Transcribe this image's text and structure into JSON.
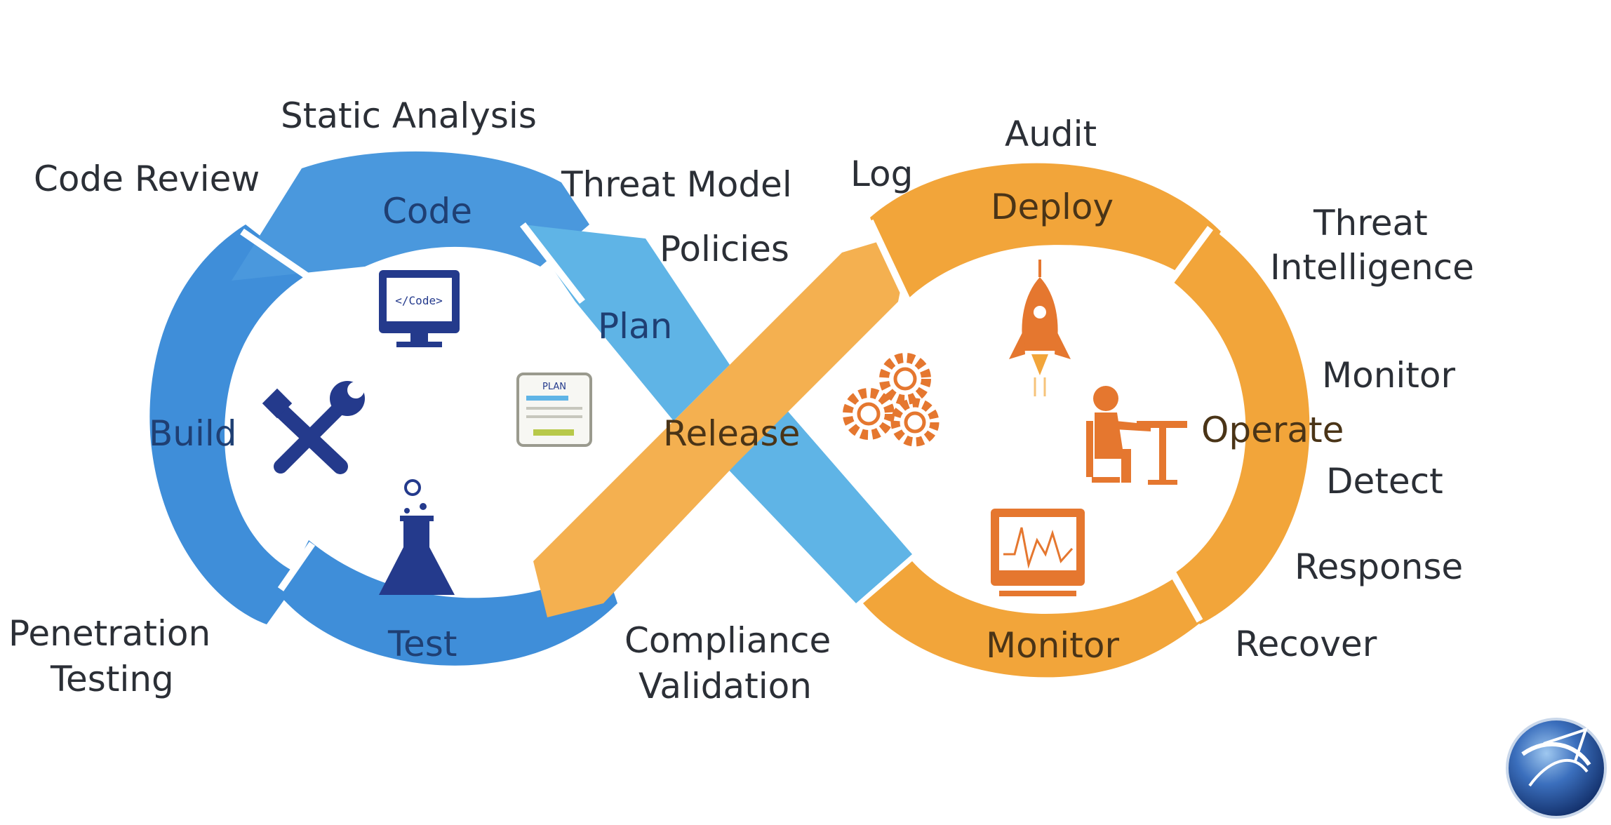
{
  "colors": {
    "blue_dark": "#3c8ed9",
    "blue_light": "#5fb4e6",
    "orange": "#f2a53a",
    "orange_light": "#f6b957",
    "navy_icon": "#243a8c",
    "orange_icon": "#e5772f"
  },
  "stages": {
    "code": "Code",
    "plan": "Plan",
    "build": "Build",
    "test": "Test",
    "release": "Release",
    "deploy": "Deploy",
    "operate": "Operate",
    "monitor": "Monitor"
  },
  "practices": {
    "static_analysis": "Static Analysis",
    "code_review": "Code Review",
    "threat_model": "Threat Model",
    "policies": "Policies",
    "penetration_testing_1": "Penetration",
    "penetration_testing_2": "Testing",
    "compliance_validation_1": "Compliance",
    "compliance_validation_2": "Validation",
    "log": "Log",
    "audit": "Audit",
    "threat_intelligence_1": "Threat",
    "threat_intelligence_2": "Intelligence",
    "monitor": "Monitor",
    "detect": "Detect",
    "response": "Response",
    "recover": "Recover"
  },
  "icons": {
    "code_screen_text": "</Code>",
    "plan_doc_text": "PLAN",
    "code": "monitor-code-icon",
    "plan": "plan-document-icon",
    "build": "tools-wrench-screwdriver-icon",
    "test": "flask-icon",
    "release": "gears-icon",
    "deploy": "rocket-icon",
    "operate": "person-at-desk-icon",
    "monitor": "chart-monitor-icon",
    "logo": "globe-logo-icon"
  }
}
